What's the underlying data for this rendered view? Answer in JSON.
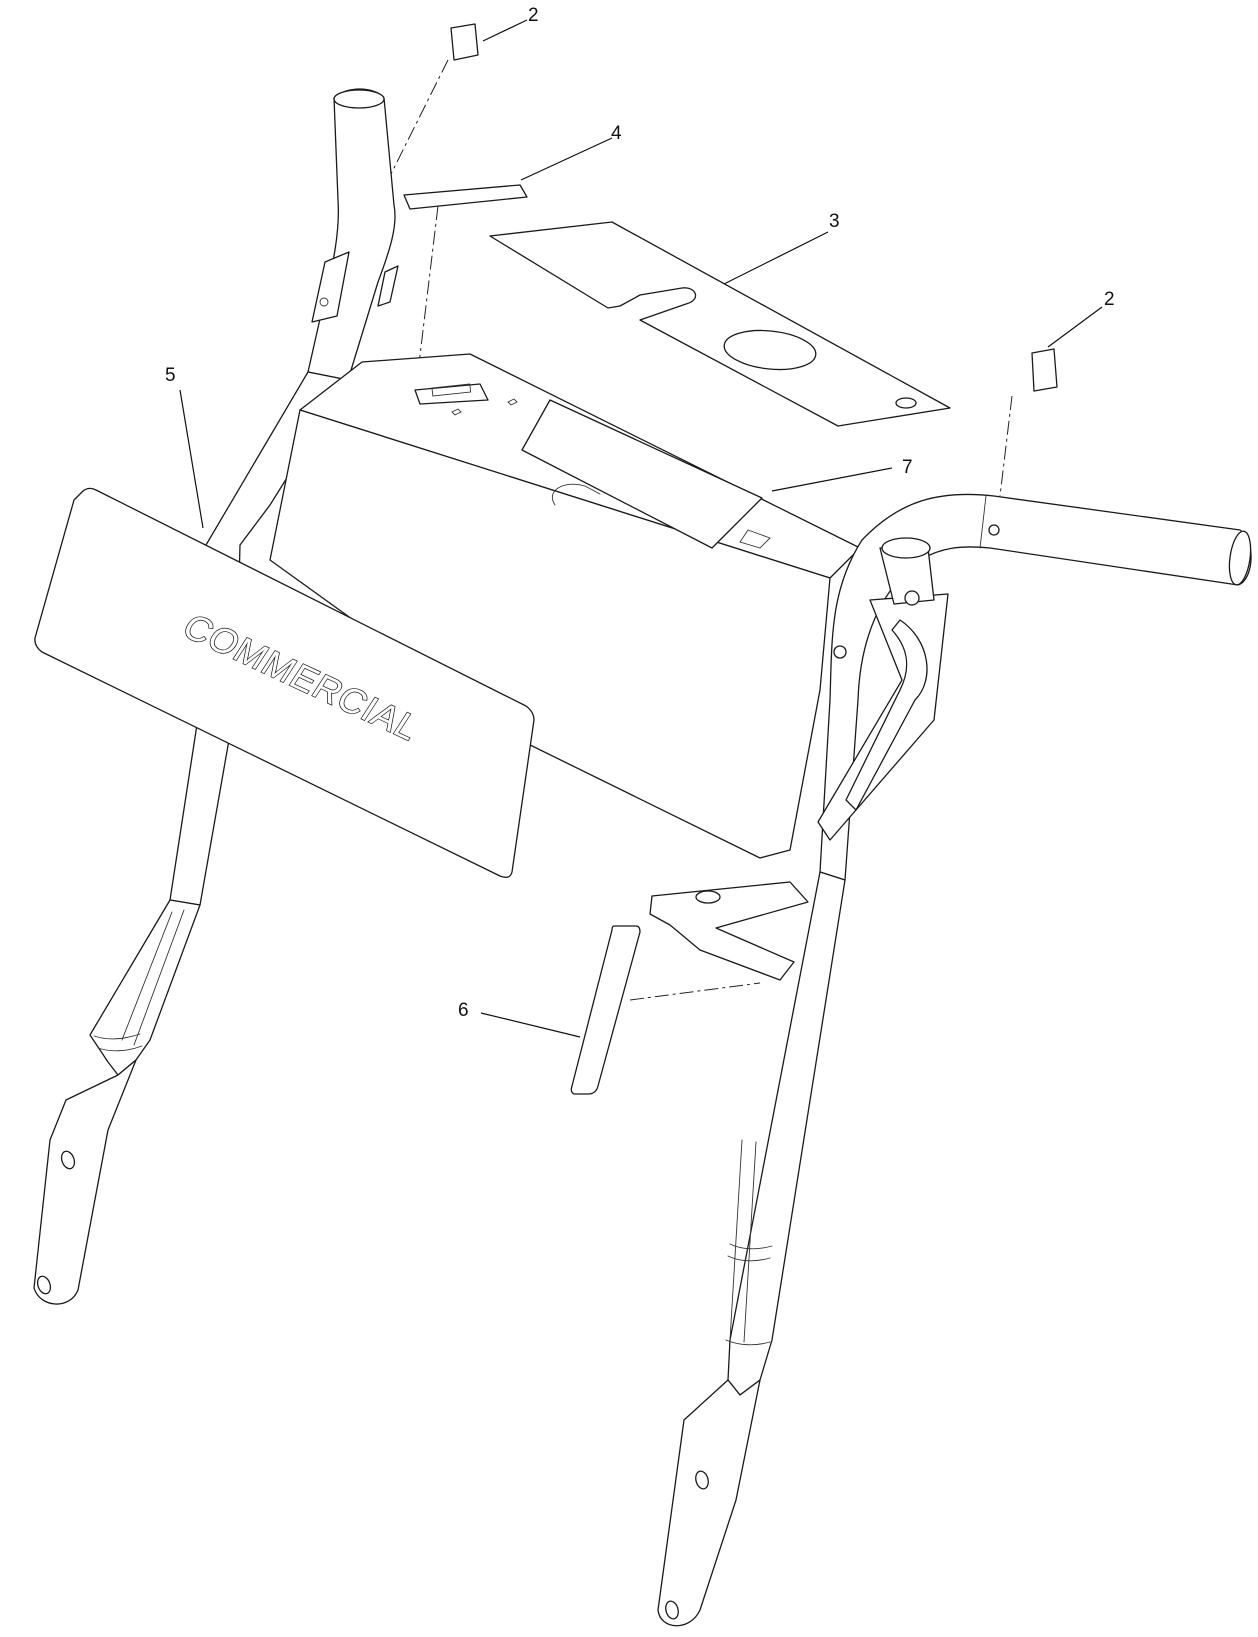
{
  "callouts": {
    "c2a": "2",
    "c2b": "2",
    "c3": "3",
    "c4": "4",
    "c5": "5",
    "c6": "6",
    "c7": "7"
  },
  "decal_text": "COMMERCIAL"
}
